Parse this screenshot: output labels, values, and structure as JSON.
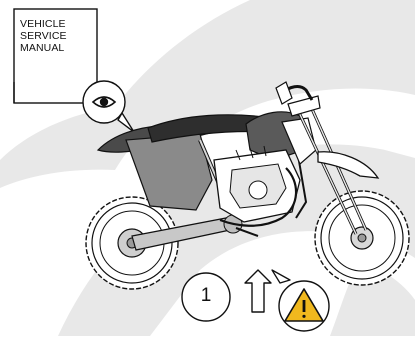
{
  "manual_box": {
    "line1": "VEHICLE",
    "line2": "SERVICE",
    "line3": "MANUAL",
    "icon": "eye-icon"
  },
  "step": {
    "number": "1",
    "direction_icon": "arrow-up-icon",
    "warning_icon": "warning-icon",
    "warning_color": "#f0b81e"
  },
  "colors": {
    "watermark": "#e7e7e7",
    "ink": "#111111",
    "body_gray": "#8c8c8c",
    "seat_dark": "#3a3a3a"
  }
}
